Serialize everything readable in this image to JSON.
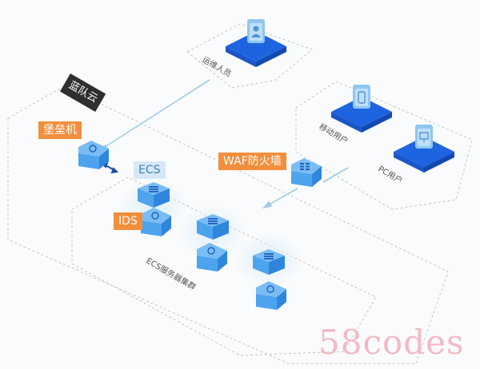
{
  "colors": {
    "platform_top": "#1e64e0",
    "platform_side": "#1349b0",
    "device": "#4da3ee",
    "device_dark": "#2f86dc",
    "tag_orange": "#f28e3c",
    "tag_dark": "#2f2f2f",
    "line": "#9ecbe8"
  },
  "labels": {
    "ops": "运维人员",
    "cloud": "蓝队云",
    "bastion": "堡垒机",
    "ecs": "ECS",
    "ids": "IDS",
    "waf": "WAF防火墙",
    "mobile": "移动用户",
    "pc": "PC用户",
    "cluster": "ECS服务器集群"
  },
  "nodes": [
    {
      "id": "ops",
      "icon": "person-icon",
      "kind": "user-platform"
    },
    {
      "id": "mobile",
      "icon": "mobile-icon",
      "kind": "user-platform"
    },
    {
      "id": "pc",
      "icon": "monitor-icon",
      "kind": "user-platform"
    },
    {
      "id": "bastion",
      "icon": "shield-icon",
      "kind": "security-device"
    },
    {
      "id": "waf",
      "icon": "firewall-icon",
      "kind": "security-device"
    },
    {
      "id": "ecs1",
      "icon": "server-icon",
      "kind": "server"
    },
    {
      "id": "ecs2",
      "icon": "server-icon",
      "kind": "server"
    },
    {
      "id": "ecs3",
      "icon": "server-icon",
      "kind": "server"
    },
    {
      "id": "ids1",
      "icon": "shield-icon",
      "kind": "security-device"
    },
    {
      "id": "ids2",
      "icon": "shield-icon",
      "kind": "security-device"
    },
    {
      "id": "ids3",
      "icon": "shield-icon",
      "kind": "security-device"
    }
  ],
  "edges": [
    {
      "from": "ops",
      "to": "bastion"
    },
    {
      "from": "users",
      "to": "waf"
    },
    {
      "from": "waf",
      "to": "cluster"
    },
    {
      "from": "bastion",
      "to": "ecs1",
      "bidirectional": true
    }
  ],
  "watermark": "58codes"
}
